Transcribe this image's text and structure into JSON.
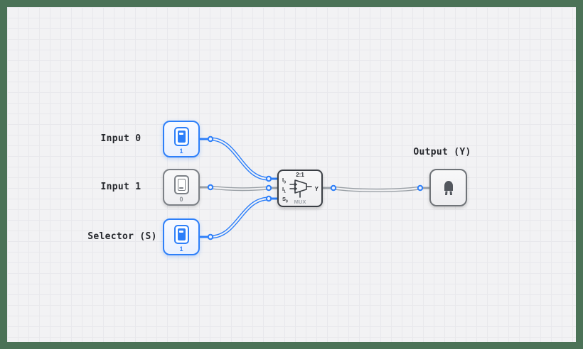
{
  "frame": {
    "border_color": "#4b7257"
  },
  "canvas": {
    "bg": "#f2f2f4",
    "grid_color": "#e8e8ec"
  },
  "colors": {
    "active": "#2d7ff9",
    "inactive": "#9aa0a6",
    "gray_border": "#7c8086",
    "mux_border": "#3a3e44",
    "text": "#26282d",
    "muted": "#a0a5ab"
  },
  "labels": {
    "input0": "Input 0",
    "input1": "Input 1",
    "selector": "Selector (S)",
    "output": "Output (Y)"
  },
  "switches": {
    "input0": {
      "value": "1",
      "state": "on"
    },
    "input1": {
      "value": "0",
      "state": "off"
    },
    "selector": {
      "value": "1",
      "state": "on"
    }
  },
  "mux": {
    "size_label": "2:1",
    "caption": "MUX",
    "inputs": [
      {
        "base": "I",
        "sub": "0"
      },
      {
        "base": "I",
        "sub": "1"
      },
      {
        "base": "S",
        "sub": "0"
      }
    ],
    "output_label": "Y"
  },
  "wires": {
    "input0_to_mux": "on",
    "input1_to_mux": "off",
    "selector_to_mux": "on",
    "mux_to_output": "off"
  }
}
